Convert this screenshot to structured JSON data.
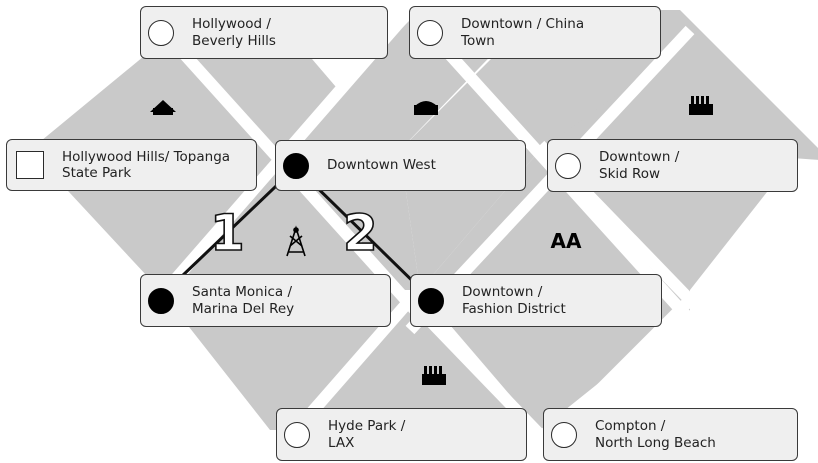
{
  "nodes": [
    {
      "id": "hollywood-beverly-hills",
      "line1": "Hollywood /",
      "line2": "Beverly Hills",
      "marker": "empty"
    },
    {
      "id": "downtown-china-town",
      "line1": "Downtown / China",
      "line2": "Town",
      "marker": "empty"
    },
    {
      "id": "hollywood-hills-topanga",
      "line1": "Hollywood Hills/ Topanga",
      "line2": "State Park",
      "marker": "square"
    },
    {
      "id": "downtown-west",
      "line1": "Downtown West",
      "line2": "",
      "marker": "filled"
    },
    {
      "id": "downtown-skid-row",
      "line1": "Downtown /",
      "line2": "Skid Row",
      "marker": "empty"
    },
    {
      "id": "santa-monica-marina-del-rey",
      "line1": "Santa Monica /",
      "line2": "Marina Del Rey",
      "marker": "filled"
    },
    {
      "id": "downtown-fashion-district",
      "line1": "Downtown /",
      "line2": "Fashion District",
      "marker": "filled"
    },
    {
      "id": "hyde-park-lax",
      "line1": "Hyde Park /",
      "line2": "LAX",
      "marker": "empty"
    },
    {
      "id": "compton-north-long-beach",
      "line1": "Compton /",
      "line2": "North Long Beach",
      "marker": "empty"
    }
  ],
  "zones": [
    {
      "name": "house-icon",
      "text": ""
    },
    {
      "name": "dome-building-icon",
      "text": ""
    },
    {
      "name": "factory-icon",
      "text": ""
    },
    {
      "name": "radio-tower-icon",
      "text": ""
    },
    {
      "name": "aa-zone-label",
      "text": "AA"
    },
    {
      "name": "factory-icon",
      "text": ""
    }
  ],
  "routes": [
    {
      "number": "1"
    },
    {
      "number": "2"
    }
  ]
}
